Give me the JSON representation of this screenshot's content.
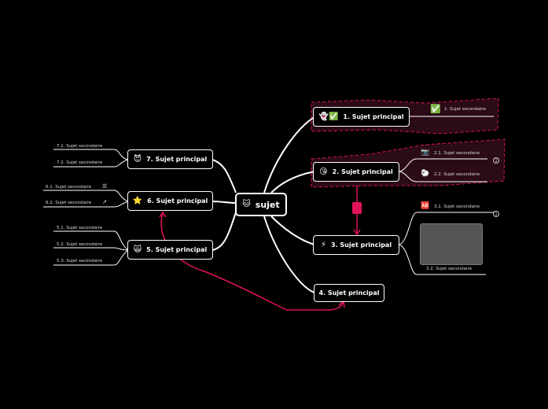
{
  "colors": {
    "background": "#000000",
    "accent": "#e0135a",
    "boundary_fill": "#2b0b17",
    "line": "#ffffff"
  },
  "root": {
    "icon": "🐱",
    "label": "sujet"
  },
  "topics": [
    {
      "id": "t1",
      "icons": "👻✅",
      "label": "1. Sujet principal",
      "subs": [
        {
          "icon": "✅",
          "label": "1. Sujet secondaire"
        }
      ]
    },
    {
      "id": "t2",
      "icons": "😘",
      "label": "2. Sujet principal",
      "subs": [
        {
          "icon": "📷",
          "label": "2.1. Sujet secondaire"
        },
        {
          "icon": "🐑",
          "label": "2.2. Sujet secondaire"
        }
      ]
    },
    {
      "id": "t3",
      "icons": "⚡",
      "label": "3. Sujet principal",
      "subs": [
        {
          "icon": "🆎",
          "label": "3.1. Sujet secondaire"
        },
        {
          "icon": "",
          "label": "3.2. Sujet secondaire"
        }
      ]
    },
    {
      "id": "t4",
      "icons": "",
      "label": "4. Sujet principal",
      "subs": []
    },
    {
      "id": "t5",
      "icons": "🙀",
      "label": "5. Sujet principal",
      "subs": [
        {
          "label": "5.1. Sujet secondaire"
        },
        {
          "label": "5.2. Sujet secondaire"
        },
        {
          "label": "5.3. Sujet secondaire"
        }
      ]
    },
    {
      "id": "t6",
      "icons": "⭐",
      "label": "6. Sujet principal",
      "subs": [
        {
          "label": "6.1. Sujet secondaire",
          "icon": "☰"
        },
        {
          "label": "6.2. Sujet secondaire",
          "icon": "↗"
        }
      ]
    },
    {
      "id": "t7",
      "icons": "😈",
      "label": "7. Sujet principal",
      "subs": [
        {
          "label": "7.1. Sujet secondaire"
        },
        {
          "label": "7.2. Sujet secondaire"
        }
      ]
    }
  ],
  "badges": {
    "b1": "1",
    "b2": "1"
  }
}
